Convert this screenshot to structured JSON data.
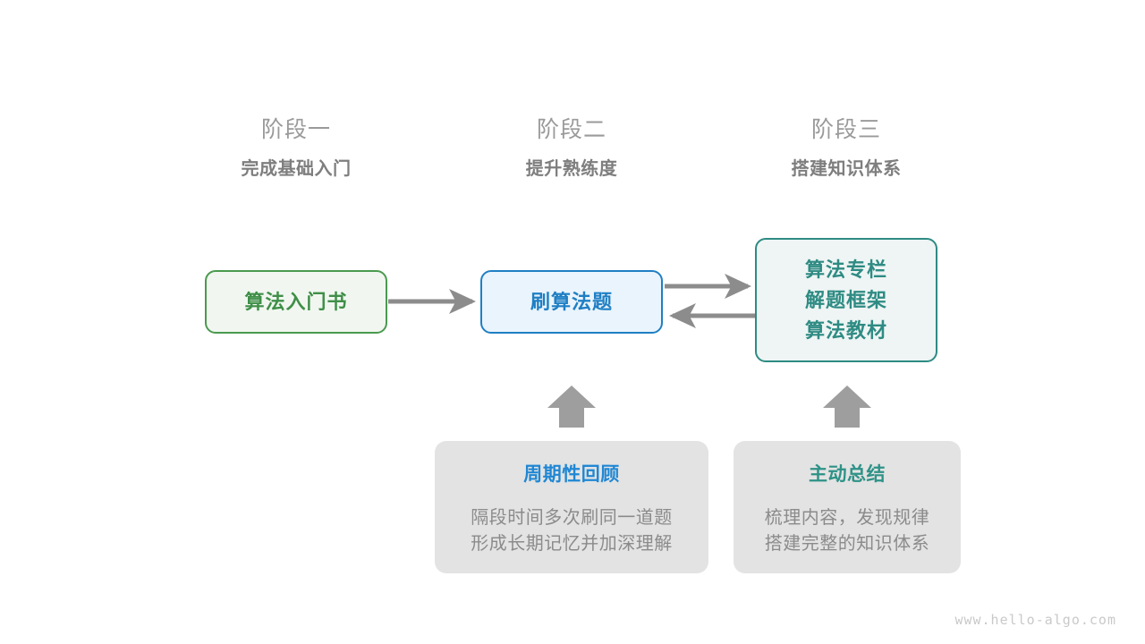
{
  "stages": [
    {
      "title": "阶段一",
      "subtitle": "完成基础入门"
    },
    {
      "title": "阶段二",
      "subtitle": "提升熟练度"
    },
    {
      "title": "阶段三",
      "subtitle": "搭建知识体系"
    }
  ],
  "nodes": {
    "book": {
      "label": "算法入门书",
      "color": "#3f8f48",
      "border": "#4a9a4f",
      "fill": "#f1f7f0"
    },
    "practice": {
      "label": "刷算法题",
      "color": "#1f7fc4",
      "border": "#1f7fc4",
      "fill": "#eaf4fc"
    },
    "resources": {
      "lines": [
        "算法专栏",
        "解题框架",
        "算法教材"
      ],
      "color": "#2e8b83",
      "border": "#2e8b83",
      "fill": "#eef5f4"
    }
  },
  "cards": [
    {
      "title": "周期性回顾",
      "title_color": "#2087d4",
      "body_lines": [
        "隔段时间多次刷同一道题",
        "形成长期记忆并加深理解"
      ]
    },
    {
      "title": "主动总结",
      "title_color": "#2e9287",
      "body_lines": [
        "梳理内容，发现规律",
        "搭建完整的知识体系"
      ]
    }
  ],
  "arrows": {
    "color": "#8c8c8c",
    "items": [
      {
        "name": "book-to-practice",
        "direction": "right"
      },
      {
        "name": "practice-to-resources",
        "direction": "right"
      },
      {
        "name": "resources-to-practice",
        "direction": "left"
      },
      {
        "name": "review-to-practice",
        "direction": "up"
      },
      {
        "name": "summary-to-resources",
        "direction": "up"
      }
    ]
  },
  "watermark": "www.hello-algo.com"
}
